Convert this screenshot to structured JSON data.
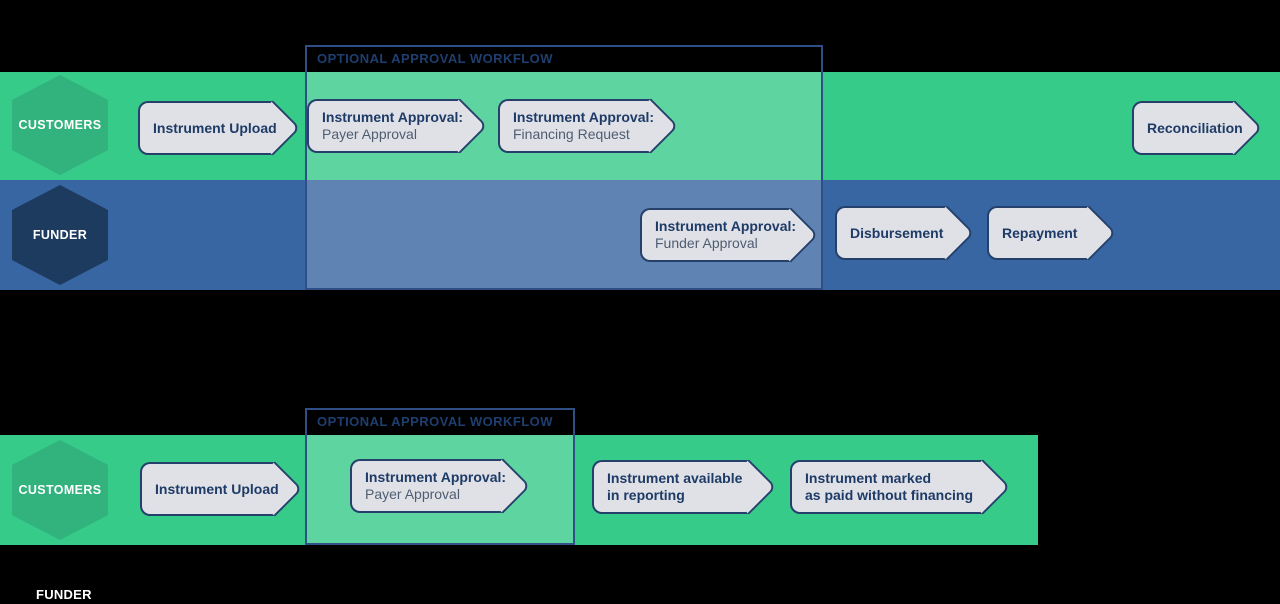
{
  "colors": {
    "lane_green": "#36CB89",
    "lane_blue": "#3766A2",
    "hexagon_green": "#32B27C",
    "hexagon_navy": "#1D3A5F",
    "step_fill": "#DFE1E6",
    "step_border": "#25406B",
    "step_text": "#1E3A66",
    "step_subtext": "#4E5D72",
    "optional_box_border": "#2F4F86",
    "optional_box_title": "#1F3E70",
    "background": "#000000"
  },
  "diagram_top": {
    "optional_box_label": "OPTIONAL APPROVAL WORKFLOW",
    "lanes": [
      {
        "label": "CUSTOMERS"
      },
      {
        "label": "FUNDER"
      }
    ],
    "steps": [
      {
        "line1": "Instrument Upload",
        "line2": ""
      },
      {
        "line1": "Instrument Approval:",
        "line2": "Payer Approval"
      },
      {
        "line1": "Instrument Approval:",
        "line2": "Financing Request"
      },
      {
        "line1": "Reconciliation",
        "line2": ""
      },
      {
        "line1": "Instrument Approval:",
        "line2": "Funder Approval"
      },
      {
        "line1": "Disbursement",
        "line2": ""
      },
      {
        "line1": "Repayment",
        "line2": ""
      }
    ]
  },
  "diagram_bottom": {
    "optional_box_label": "OPTIONAL APPROVAL WORKFLOW",
    "lanes": [
      {
        "label": "CUSTOMERS"
      },
      {
        "label": "FUNDER"
      }
    ],
    "steps": [
      {
        "line1": "Instrument Upload",
        "line2": ""
      },
      {
        "line1": "Instrument Approval:",
        "line2": "Payer Approval"
      },
      {
        "line1": "Instrument available",
        "line2": "in reporting"
      },
      {
        "line1": "Instrument marked",
        "line2": "as paid without financing"
      }
    ]
  }
}
